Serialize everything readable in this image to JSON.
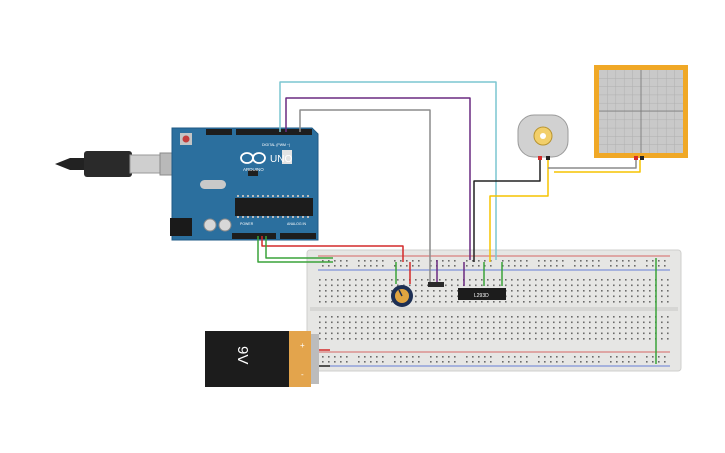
{
  "arduino": {
    "brand": "ARDUINO",
    "model": "UNO",
    "digital_label": "DIGITAL (PWM ~)",
    "power_label": "POWER",
    "analog_label": "ANALOG IN",
    "color": "#2b6f9e"
  },
  "battery": {
    "label": "9V",
    "plus": "+",
    "minus": "-"
  },
  "motor_driver": {
    "label": "L293D"
  },
  "colors": {
    "wire_red": "#d42a2a",
    "wire_green": "#3aa33a",
    "wire_purple": "#6a2a80",
    "wire_gray": "#8c8c8c",
    "wire_cyan": "#7cc6d1",
    "wire_black": "#222222",
    "wire_yellow": "#f5c400",
    "oscilloscope_frame": "#f0a826",
    "breadboard": "#e8e8e6"
  },
  "icons": {
    "usb": "usb-plug-icon",
    "motor": "dc-motor-icon",
    "pot": "potentiometer-icon",
    "scope": "oscilloscope-icon"
  }
}
